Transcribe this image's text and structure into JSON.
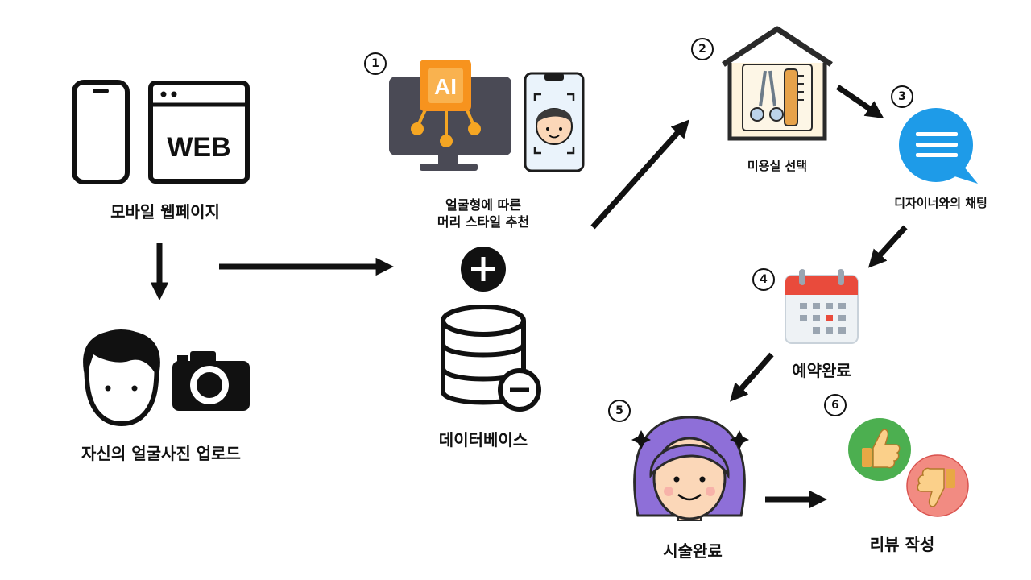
{
  "labels": {
    "mobile_web": "모바일 웹페이지",
    "upload": "자신의 얼굴사진 업로드",
    "ai_line1": "얼굴형에 따른",
    "ai_line2": "머리 스타일 추천",
    "database": "데이터베이스",
    "salon": "미용실 선택",
    "chat": "디자이너와의 채팅",
    "booking": "예약완료",
    "done": "시술완료",
    "review": "리뷰 작성"
  },
  "icon_text": {
    "web": "WEB",
    "ai": "AI"
  },
  "steps": [
    "1",
    "2",
    "3",
    "4",
    "5",
    "6"
  ],
  "colors": {
    "ai_orange": "#f7931e",
    "ai_circuit": "#f5a623",
    "monitor": "#4a4a55",
    "chat_blue": "#1e9be8",
    "calendar_red": "#e94b3c",
    "hair_purple": "#8e6fd8",
    "skin": "#fbd7b8",
    "thumb_green": "#4caf50",
    "thumb_red": "#f28b82"
  }
}
